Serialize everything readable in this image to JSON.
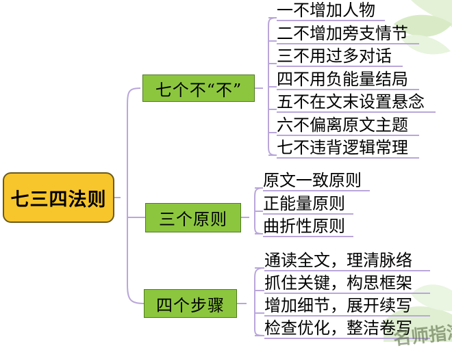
{
  "root": {
    "label": "七三四法则"
  },
  "branches": [
    {
      "label": "七个不“不”",
      "items": [
        "一不增加人物",
        "二不增加旁支情节",
        "三不用过多对话",
        "四不用负能量结局",
        "五不在文末设置悬念",
        "六不偏离原文主题",
        "七不违背逻辑常理"
      ]
    },
    {
      "label": "三个原则",
      "items": [
        "原文一致原则",
        "正能量原则",
        "曲折性原则"
      ]
    },
    {
      "label": "四个步骤",
      "items": [
        "通读全文，理清脉络",
        "抓住关键，构思框架",
        "增加细节，展开续写",
        "检查优化，整洁卷写"
      ]
    }
  ],
  "watermark": "名师指津",
  "colors": {
    "root_fill": "#f7c52c",
    "branch_fill": "#8cc63f",
    "connector": "#b9a6da"
  }
}
